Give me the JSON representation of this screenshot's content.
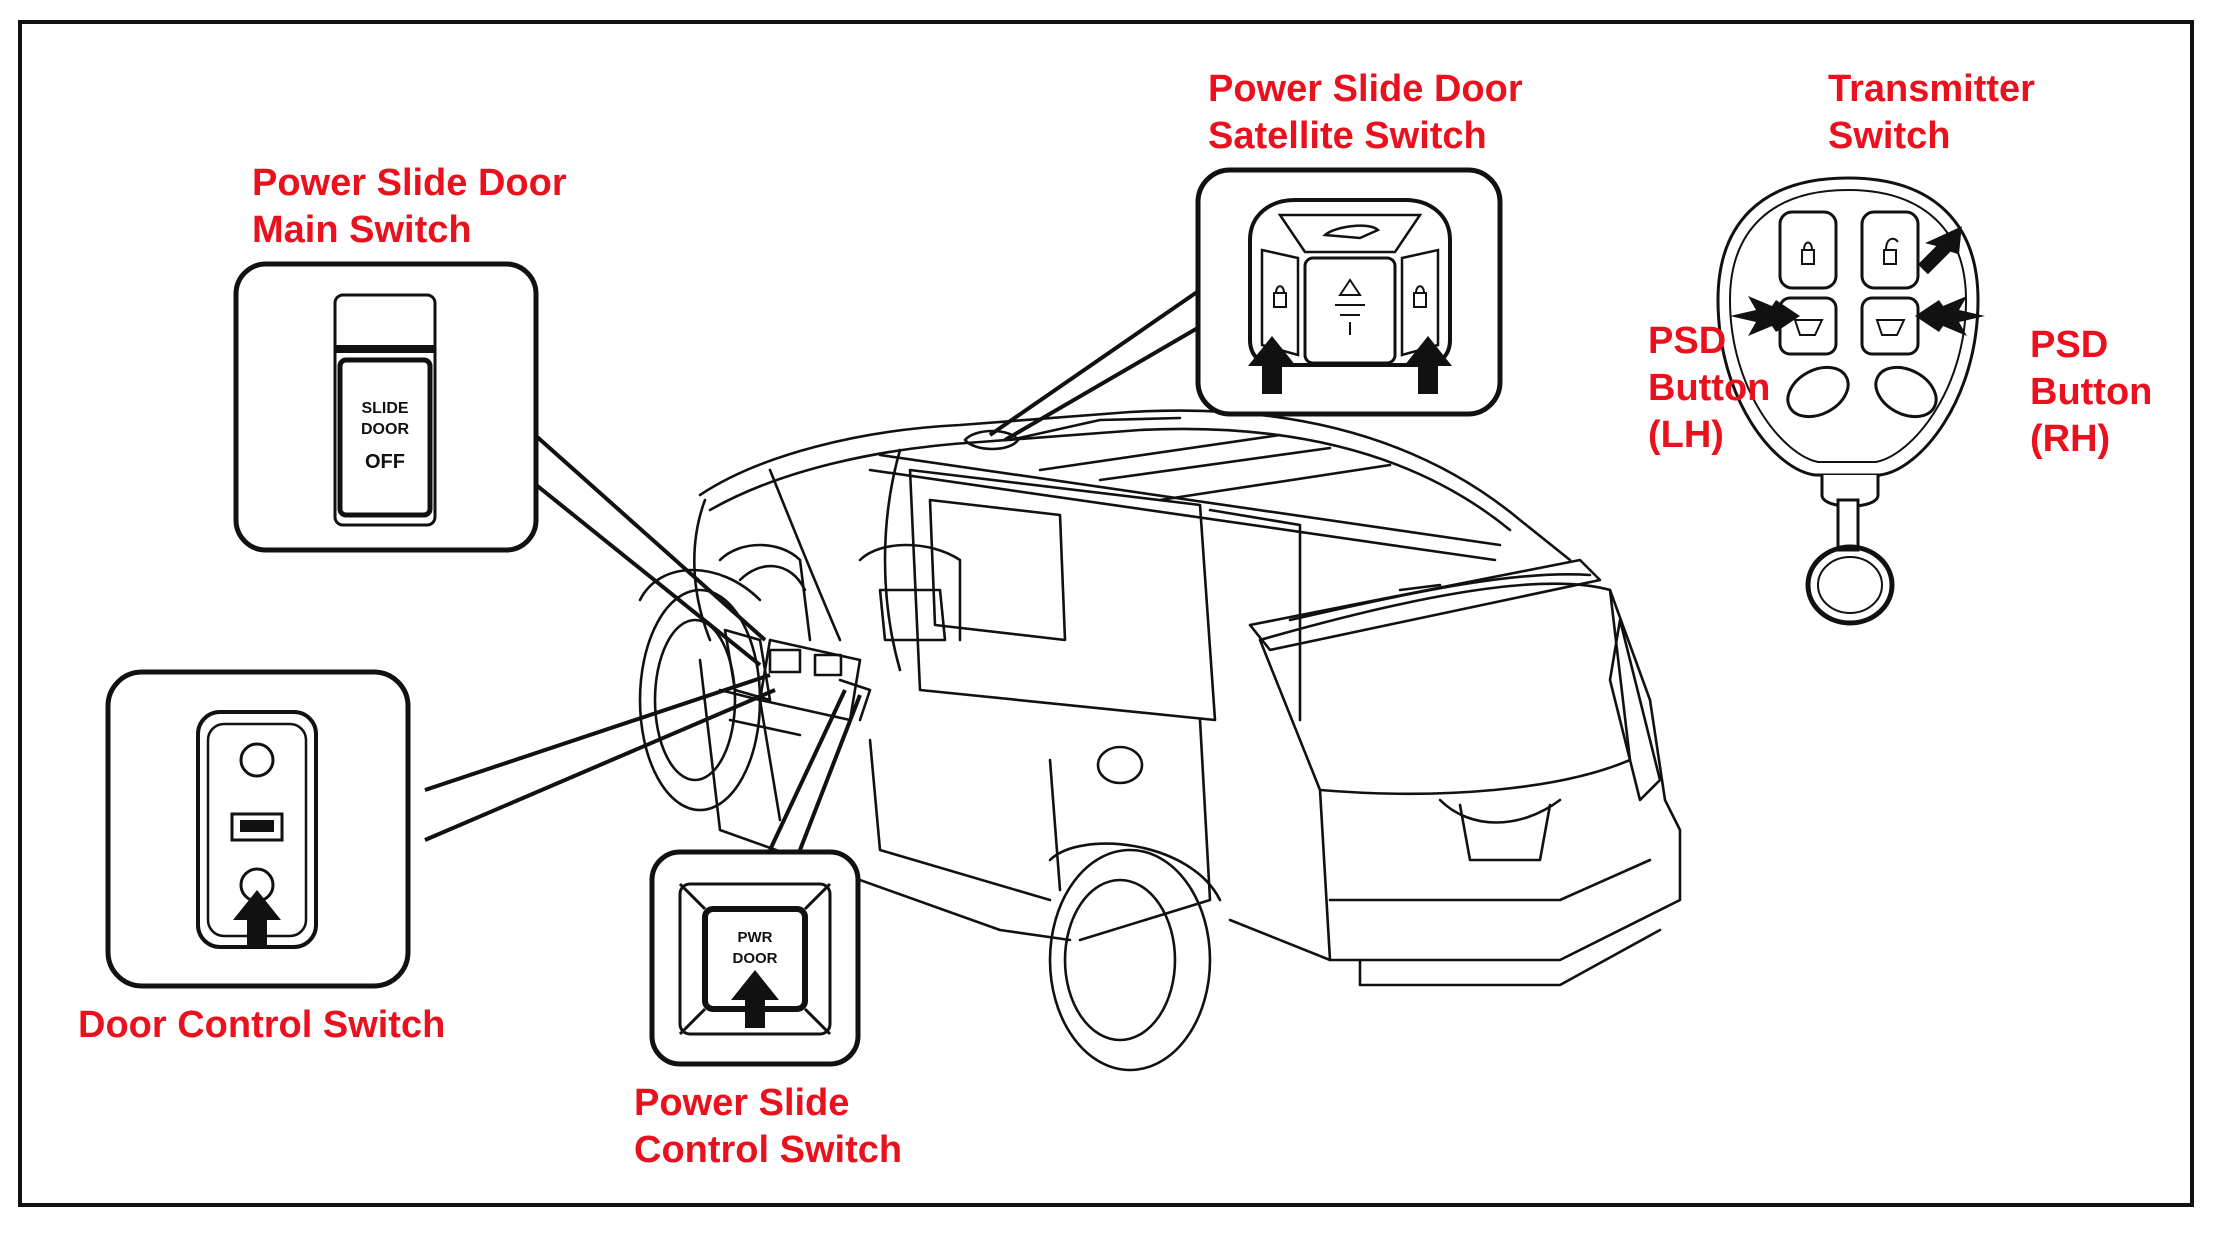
{
  "labels": {
    "main_switch": [
      "Power Slide Door",
      "Main Switch"
    ],
    "satellite_switch": [
      "Power Slide Door",
      "Satellite Switch"
    ],
    "transmitter_switch": [
      "Transmitter",
      "Switch"
    ],
    "psd_lh": [
      "PSD",
      "Button",
      "(LH)"
    ],
    "psd_rh": [
      "PSD",
      "Button",
      "(RH)"
    ],
    "door_control_switch": [
      "Door Control Switch"
    ],
    "power_slide_control": [
      "Power Slide",
      "Control Switch"
    ]
  },
  "switch_text": {
    "main_switch": [
      "SLIDE",
      "DOOR",
      "OFF"
    ],
    "control_switch": [
      "PWR",
      "DOOR"
    ]
  },
  "colors": {
    "label": "#e8111d",
    "line": "#111111",
    "background": "#ffffff"
  },
  "icons": [
    "arrow-icon",
    "lock-icon",
    "unlock-icon",
    "slide-door-icon"
  ]
}
